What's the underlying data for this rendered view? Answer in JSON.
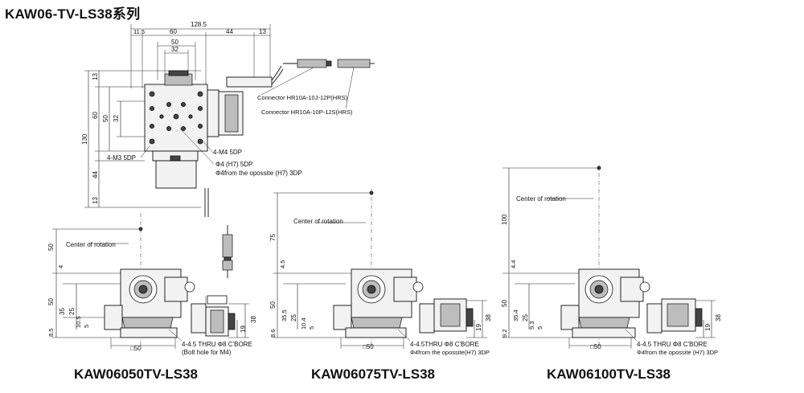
{
  "title": "KAW06-TV-LS38系列",
  "top_view": {
    "dims_horizontal": [
      "128.5",
      "11.5",
      "60",
      "44",
      "13",
      "50",
      "32"
    ],
    "dims_vertical": [
      "13",
      "60",
      "50",
      "32",
      "130",
      "44",
      "13"
    ],
    "connector_1": "Connector HR10A-10J-12P(HRS)",
    "connector_2": "Connector HR10A-10P-12S(HRS)",
    "note_m4": "4-M4 5DP",
    "note_m3": "4-M3 5DP",
    "note_phi4": "Φ4 (H7) 5DP",
    "note_phi4_opp": "Φ4from the opossite (H7)  3DP"
  },
  "views": [
    {
      "model": "KAW06050TV-LS38",
      "center_label": "Center of rotation",
      "dims_left": [
        "50",
        "4",
        "50",
        "35",
        "25",
        "10.5",
        "5",
        "8.5"
      ],
      "dims_right": [
        "38",
        "19"
      ],
      "square": "□50",
      "note1": "4-4.5 THRU Φ8 C'BORE",
      "note2": "(Bolt hole for M4)"
    },
    {
      "model": "KAW06075TV-LS38",
      "center_label": "Center of rotation",
      "dims_left": [
        "75",
        "4.5",
        "50",
        "35.5",
        "25",
        "10.4",
        "5",
        "8.6"
      ],
      "dims_right": [
        "38",
        "19"
      ],
      "square": "□50",
      "note1": "4-4.5THRU Φ8 C'BORE",
      "note2": "Φ4from the opossite(H7) 3DP"
    },
    {
      "model": "KAW06100TV-LS38",
      "center_label": "Center of rotation",
      "dims_left": [
        "100",
        "4.4",
        "50",
        "35.4",
        "25",
        "9.3",
        "5",
        "9.2"
      ],
      "dims_right": [
        "38",
        "19"
      ],
      "square": "□50",
      "note1": "4-4.5 THRU Φ8 C'BORE",
      "note2": "Φ4from the opossite (H7)  3DP"
    }
  ]
}
